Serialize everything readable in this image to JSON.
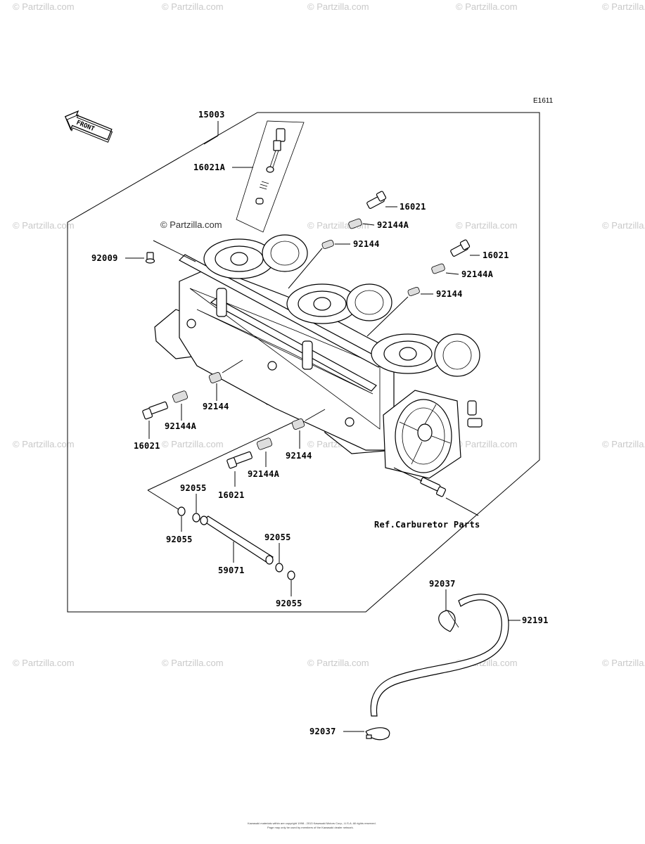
{
  "diagram_code": "E1611",
  "front_arrow": "FRONT",
  "copyright": "© Partzilla.com",
  "watermark": "© Partzilla.com",
  "footer_lines": [
    "Kawasaki materials within are copyright 1998 - 2013 Kawasaki Motors Corp., U.S.A. All rights reserved.",
    "Page may only be used by members of the Kawasaki dealer network."
  ],
  "labels": {
    "assy": "15003",
    "p16021A": "16021A",
    "p16021_a": "16021",
    "p92144A_a": "92144A",
    "p92009": "92009",
    "p92144_a": "92144",
    "p16021_b": "16021",
    "p92144A_b": "92144A",
    "p92144_b": "92144",
    "p92144_c": "92144",
    "p92144A_c": "92144A",
    "p16021_c": "16021",
    "p92144_d": "92144",
    "p92144A_d": "92144A",
    "p16021_d": "16021",
    "p92055_a": "92055",
    "p92055_b": "92055",
    "p92055_c": "92055",
    "p92055_d": "92055",
    "p59071": "59071",
    "ref": "Ref.Carburetor Parts",
    "p92037_a": "92037",
    "p92191": "92191",
    "p92037_b": "92037"
  }
}
